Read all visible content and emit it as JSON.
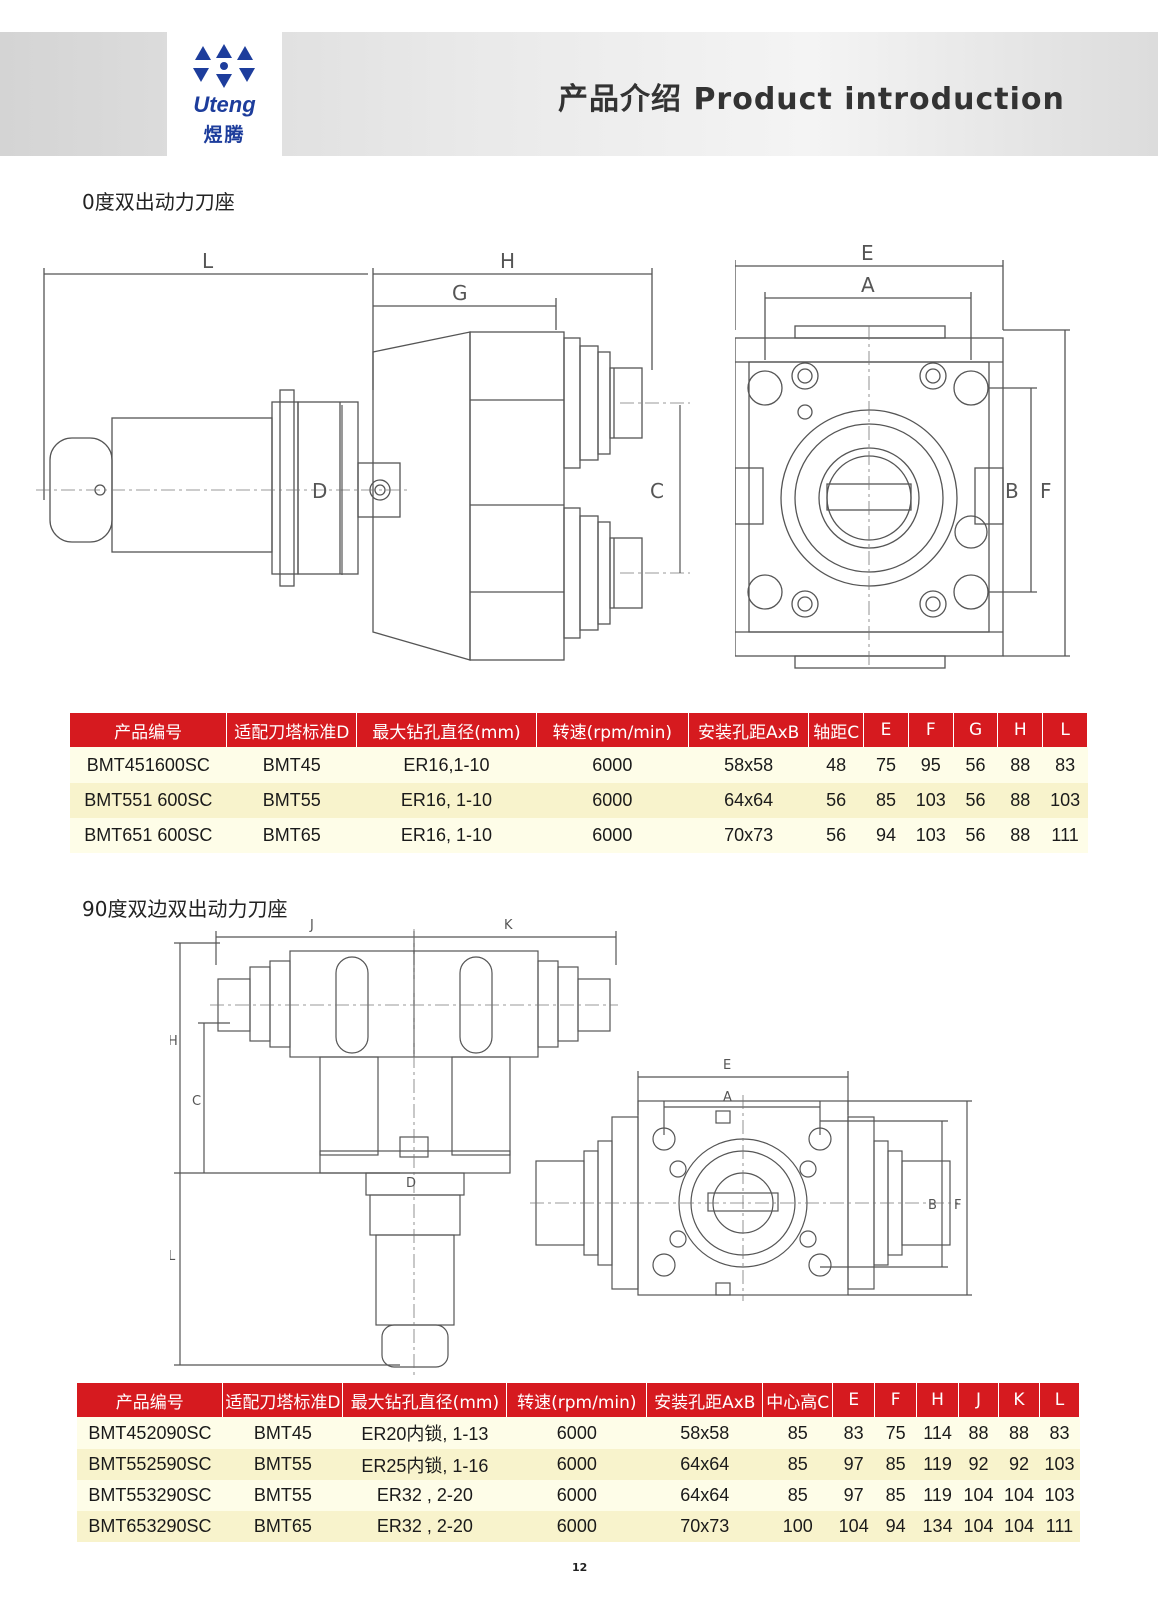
{
  "header": {
    "brand": "Uteng",
    "brand_cn": "煜腾",
    "title": "产品介绍 Product introduction",
    "brand_color": "#1d3d9c"
  },
  "section1": {
    "title": "0度双出动力刀座",
    "dim_labels": {
      "L": "L",
      "H": "H",
      "G": "G",
      "D": "D",
      "C": "C",
      "E": "E",
      "A": "A",
      "B": "B",
      "F": "F"
    },
    "table": {
      "headers": [
        "产品编号",
        "适配刀塔标准D",
        "最大钻孔直径(mm)",
        "转速(rpm/min)",
        "安装孔距AxB",
        "轴距C",
        "E",
        "F",
        "G",
        "H",
        "L"
      ],
      "rows": [
        [
          "BMT451600SC",
          "BMT45",
          "ER16,1-10",
          "6000",
          "58x58",
          "48",
          "75",
          "95",
          "56",
          "88",
          "83"
        ],
        [
          "BMT551 600SC",
          "BMT55",
          "ER16, 1-10",
          "6000",
          "64x64",
          "56",
          "85",
          "103",
          "56",
          "88",
          "103"
        ],
        [
          "BMT651 600SC",
          "BMT65",
          "ER16, 1-10",
          "6000",
          "70x73",
          "56",
          "94",
          "103",
          "56",
          "88",
          "111"
        ]
      ]
    }
  },
  "section2": {
    "title": "90度双边双出动力刀座",
    "dim_labels": {
      "J": "J",
      "K": "K",
      "H": "H",
      "C": "C",
      "L": "L",
      "D": "D",
      "E": "E",
      "A": "A",
      "B": "B",
      "F": "F"
    },
    "table": {
      "headers": [
        "产品编号",
        "适配刀塔标准D",
        "最大钻孔直径(mm)",
        "转速(rpm/min)",
        "安装孔距AxB",
        "中心高C",
        "E",
        "F",
        "H",
        "J",
        "K",
        "L"
      ],
      "rows": [
        [
          "BMT452090SC",
          "BMT45",
          "ER20内锁, 1-13",
          "6000",
          "58x58",
          "85",
          "83",
          "75",
          "114",
          "88",
          "88",
          "83"
        ],
        [
          "BMT552590SC",
          "BMT55",
          "ER25内锁, 1-16",
          "6000",
          "64x64",
          "85",
          "97",
          "85",
          "119",
          "92",
          "92",
          "103"
        ],
        [
          "BMT553290SC",
          "BMT55",
          "ER32 , 2-20",
          "6000",
          "64x64",
          "85",
          "97",
          "85",
          "119",
          "104",
          "104",
          "103"
        ],
        [
          "BMT653290SC",
          "BMT65",
          "ER32 , 2-20",
          "6000",
          "70x73",
          "100",
          "104",
          "94",
          "134",
          "104",
          "104",
          "111"
        ]
      ]
    }
  },
  "footer": {
    "page_number": "12"
  },
  "colors": {
    "table_header": "#d61a1f",
    "row_light": "#fefde8",
    "row_dark": "#f8f3cc"
  }
}
